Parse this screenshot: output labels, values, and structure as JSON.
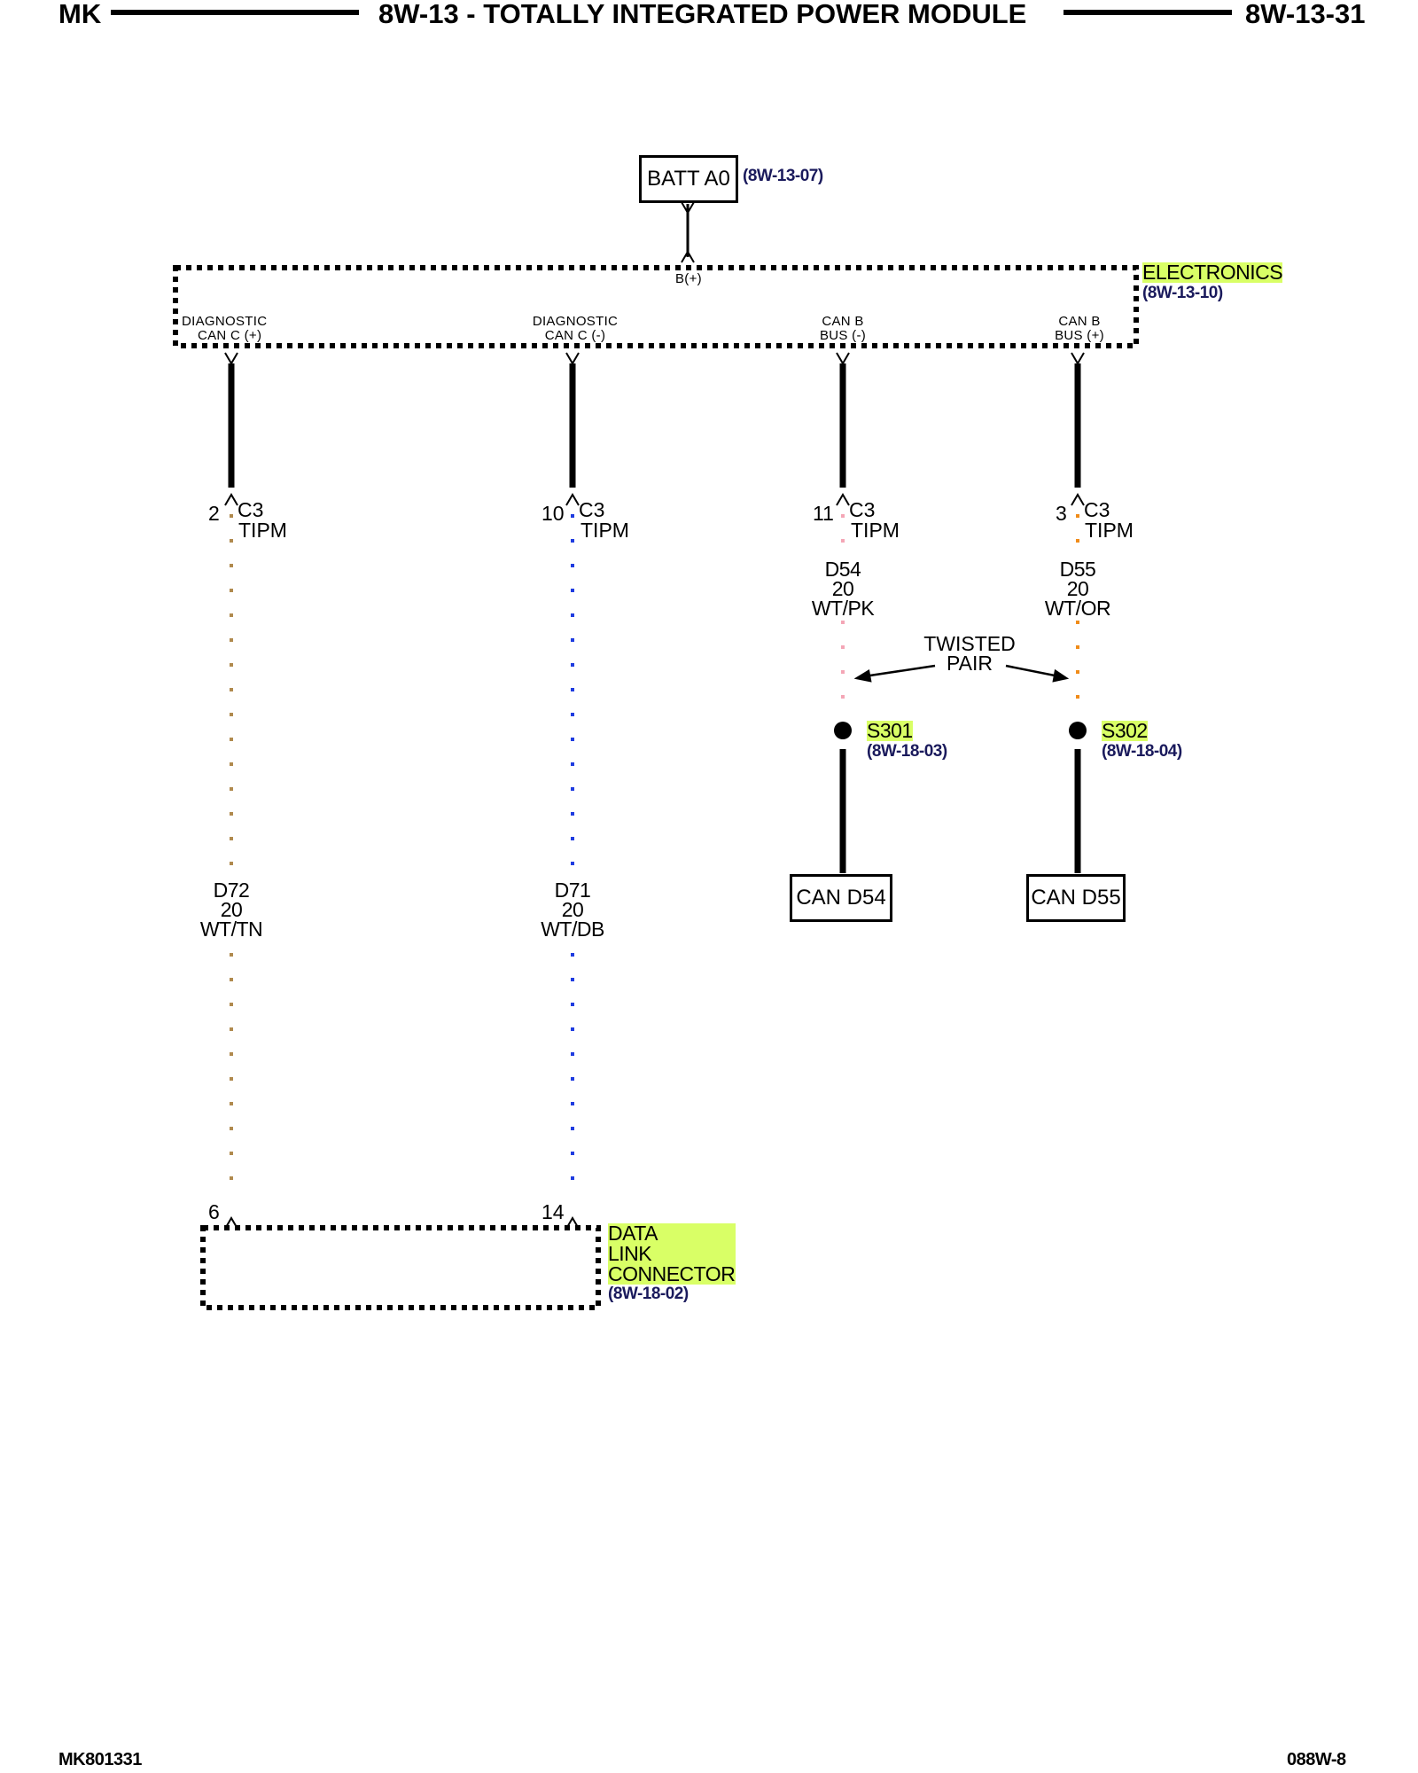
{
  "header": {
    "left": "MK",
    "title": "8W-13 - TOTALLY INTEGRATED POWER MODULE",
    "right": "8W-13-31"
  },
  "source": {
    "label": "BATT A0",
    "ref": "(8W-13-07)"
  },
  "electronics_module": {
    "name": "ELECTRONICS",
    "ref": "(8W-13-10)",
    "input_pin": "B(+)",
    "outputs": [
      {
        "line1": "DIAGNOSTIC",
        "line2": "CAN C (+)"
      },
      {
        "line1": "DIAGNOSTIC",
        "line2": "CAN C (-)"
      },
      {
        "line1": "CAN B",
        "line2": "BUS (-)"
      },
      {
        "line1": "CAN B",
        "line2": "BUS (+)"
      }
    ]
  },
  "connectors": [
    {
      "pin": "2",
      "conn": "C3",
      "name": "TIPM"
    },
    {
      "pin": "10",
      "conn": "C3",
      "name": "TIPM"
    },
    {
      "pin": "11",
      "conn": "C3",
      "name": "TIPM"
    },
    {
      "pin": "3",
      "conn": "C3",
      "name": "TIPM"
    }
  ],
  "wires": [
    {
      "circuit": "D72",
      "gauge": "20",
      "color": "WT/TN",
      "stroke": "#b08a4e"
    },
    {
      "circuit": "D71",
      "gauge": "20",
      "color": "WT/DB",
      "stroke": "#1f3ce0"
    },
    {
      "circuit": "D54",
      "gauge": "20",
      "color": "WT/PK",
      "stroke": "#f4a6b6"
    },
    {
      "circuit": "D55",
      "gauge": "20",
      "color": "WT/OR",
      "stroke": "#f08c1a"
    }
  ],
  "twisted_pair": {
    "line1": "TWISTED",
    "line2": "PAIR"
  },
  "splices": [
    {
      "id": "S301",
      "ref": "(8W-18-03)"
    },
    {
      "id": "S302",
      "ref": "(8W-18-04)"
    }
  ],
  "destinations": [
    {
      "label": "CAN D54"
    },
    {
      "label": "CAN D55"
    }
  ],
  "data_link_connector": {
    "line1": "DATA",
    "line2": "LINK",
    "line3": "CONNECTOR",
    "ref": "(8W-18-02)",
    "pins": [
      "6",
      "14"
    ]
  },
  "footer": {
    "left": "MK801331",
    "right": "088W-8"
  },
  "colors": {
    "highlight": "#d9ff66",
    "reference": "#1a1a5c"
  }
}
